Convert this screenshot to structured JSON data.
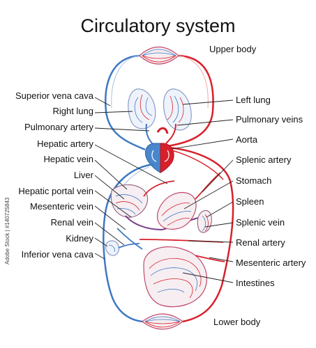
{
  "title": "Circulatory system",
  "colors": {
    "vein": "#3e78c2",
    "artery": "#d8202a",
    "leader": "#222222"
  },
  "regions": {
    "upper_body": "Upper body",
    "lower_body": "Lower body"
  },
  "labels_left": [
    "Superior vena cava",
    "Right lung",
    "Pulmonary artery",
    "Hepatic artery",
    "Hepatic vein",
    "Liver",
    "Hepatic portal vein",
    "Mesenteric vein",
    "Renal vein",
    "Kidney",
    "Inferior vena cava"
  ],
  "labels_right": [
    "Left lung",
    "Pulmonary veins",
    "Aorta",
    "Splenic artery",
    "Stomach",
    "Spleen",
    "Splenic vein",
    "Renal artery",
    "Mesenteric artery",
    "Intestines"
  ],
  "stock_id": "Adobe Stock | #140725843"
}
